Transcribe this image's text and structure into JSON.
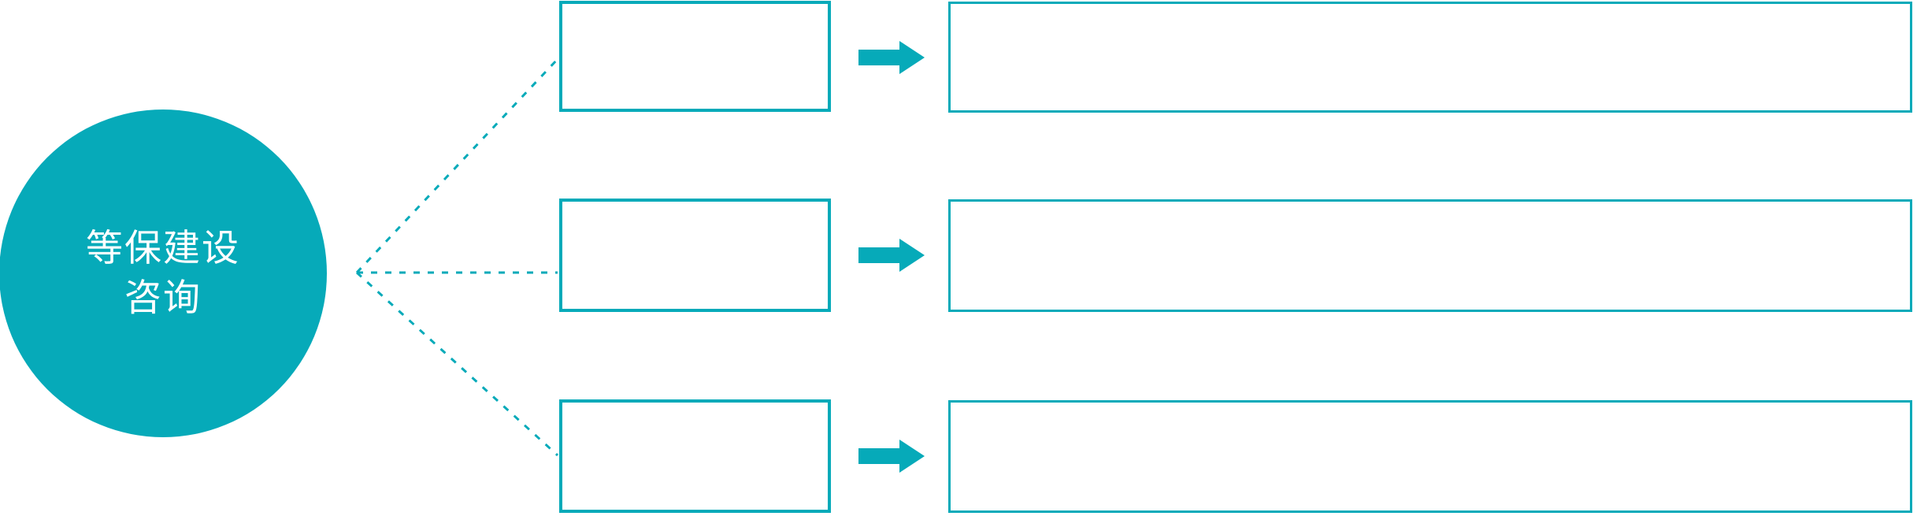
{
  "diagram": {
    "type": "fan-out-process",
    "background_color": "#ffffff",
    "accent_color": "#06AAB9",
    "hub": {
      "shape": "circle",
      "fill_color": "#06AAB9",
      "text_color": "#ffffff",
      "line_1": "等保建设",
      "line_2": "咨询"
    },
    "connectors": {
      "style": "dotted",
      "color": "#06AAB9",
      "origin_label": "fan-origin",
      "count": 3
    },
    "arrow_icon": {
      "name": "right-block-arrow-icon",
      "color": "#06AAB9",
      "count": 3
    },
    "rows": [
      {
        "index": 1,
        "stage_label": "",
        "detail_text": ""
      },
      {
        "index": 2,
        "stage_label": "",
        "detail_text": ""
      },
      {
        "index": 3,
        "stage_label": "",
        "detail_text": ""
      }
    ]
  }
}
